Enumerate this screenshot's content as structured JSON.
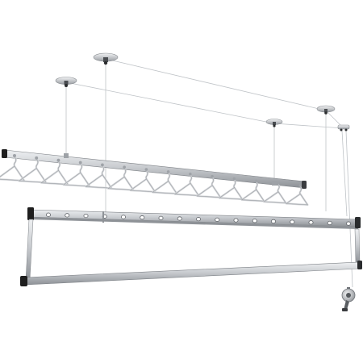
{
  "scene": {
    "subject": "ceiling-mounted-laundry-drying-rack",
    "background_color": "#ffffff",
    "metal_color": "#c9ccd0",
    "metal_dark_color": "#6f7378",
    "cap_color": "#1e1e1e",
    "cable_color": "#bfc3c7",
    "hanger_color": "#d4d6d9",
    "hanger_count": 14,
    "pulley_count": 4,
    "hanger_rail_hole_count": 17,
    "icons": {
      "ceiling_pulley": "ceiling-pulley-icon",
      "hand_crank": "hand-crank-icon",
      "hanger": "clothes-hanger-icon"
    }
  }
}
